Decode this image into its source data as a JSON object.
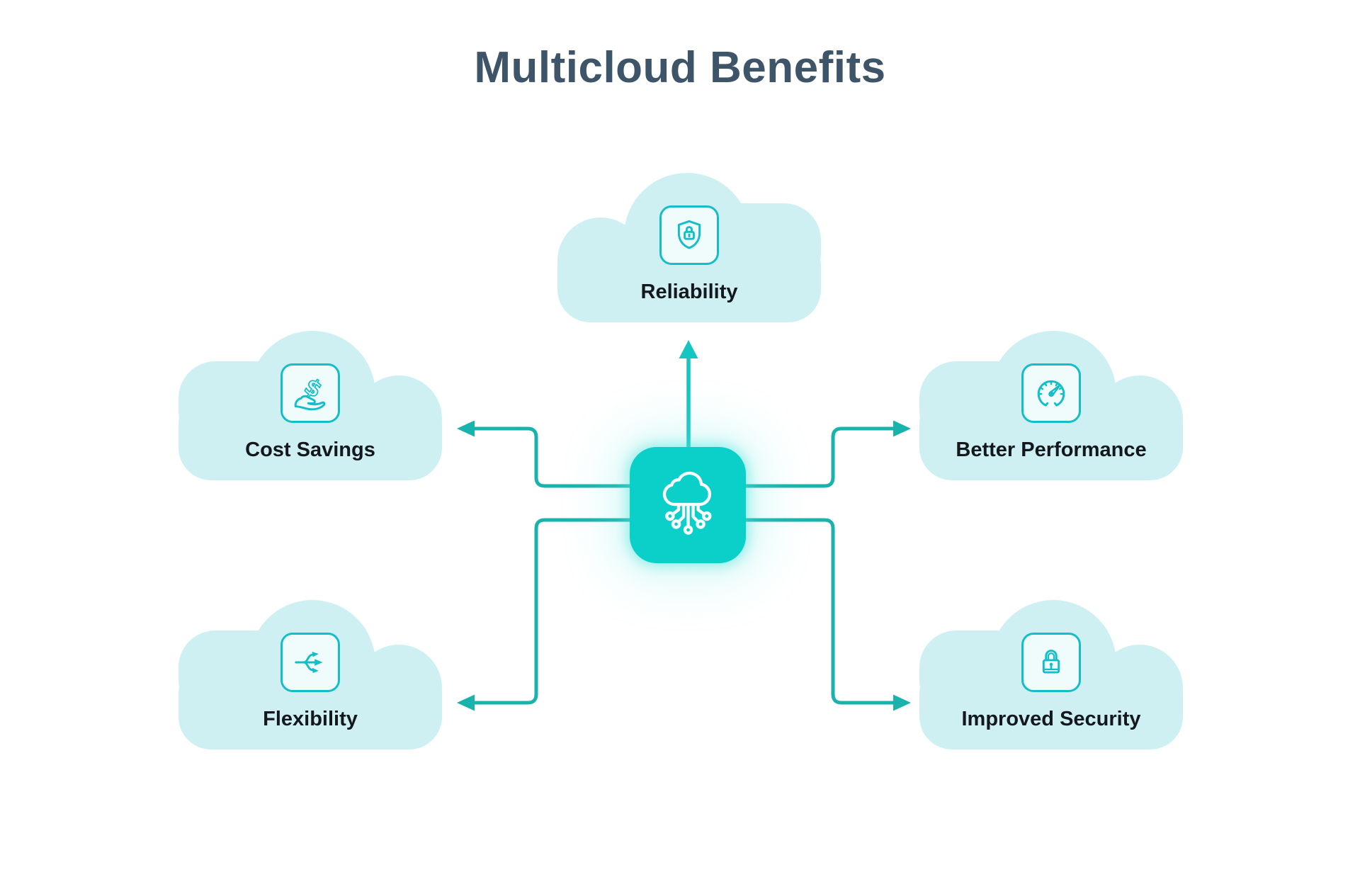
{
  "title": "Multicloud Benefits",
  "center_node": {
    "icon": "cloud-network-icon"
  },
  "nodes": [
    {
      "label": "Reliability",
      "icon": "shield-lock-icon",
      "position": "top"
    },
    {
      "label": "Cost Savings",
      "icon": "hand-dollar-icon",
      "position": "left-top"
    },
    {
      "label": "Better Performance",
      "icon": "speedometer-icon",
      "position": "right-top"
    },
    {
      "label": "Flexibility",
      "icon": "branch-arrows-icon",
      "position": "left-bottom"
    },
    {
      "label": "Improved Security",
      "icon": "padlock-icon",
      "position": "right-bottom"
    }
  ],
  "connections": [
    {
      "from": "center",
      "to": "Reliability"
    },
    {
      "from": "center",
      "to": "Cost Savings"
    },
    {
      "from": "center",
      "to": "Better Performance"
    },
    {
      "from": "center",
      "to": "Flexibility"
    },
    {
      "from": "center",
      "to": "Improved Security"
    }
  ],
  "colors": {
    "background": "#FFFFFF",
    "title_text": "#3E5569",
    "label_text": "#14181D",
    "cloud_fill": "#CFF0F3",
    "icon_box_bg": "#F0FBFC",
    "icon_stroke": "#14BEC8",
    "connector": "#19B2AD",
    "connector_vertical": "#15C6C0",
    "center_fill": "#0AD0C9"
  }
}
